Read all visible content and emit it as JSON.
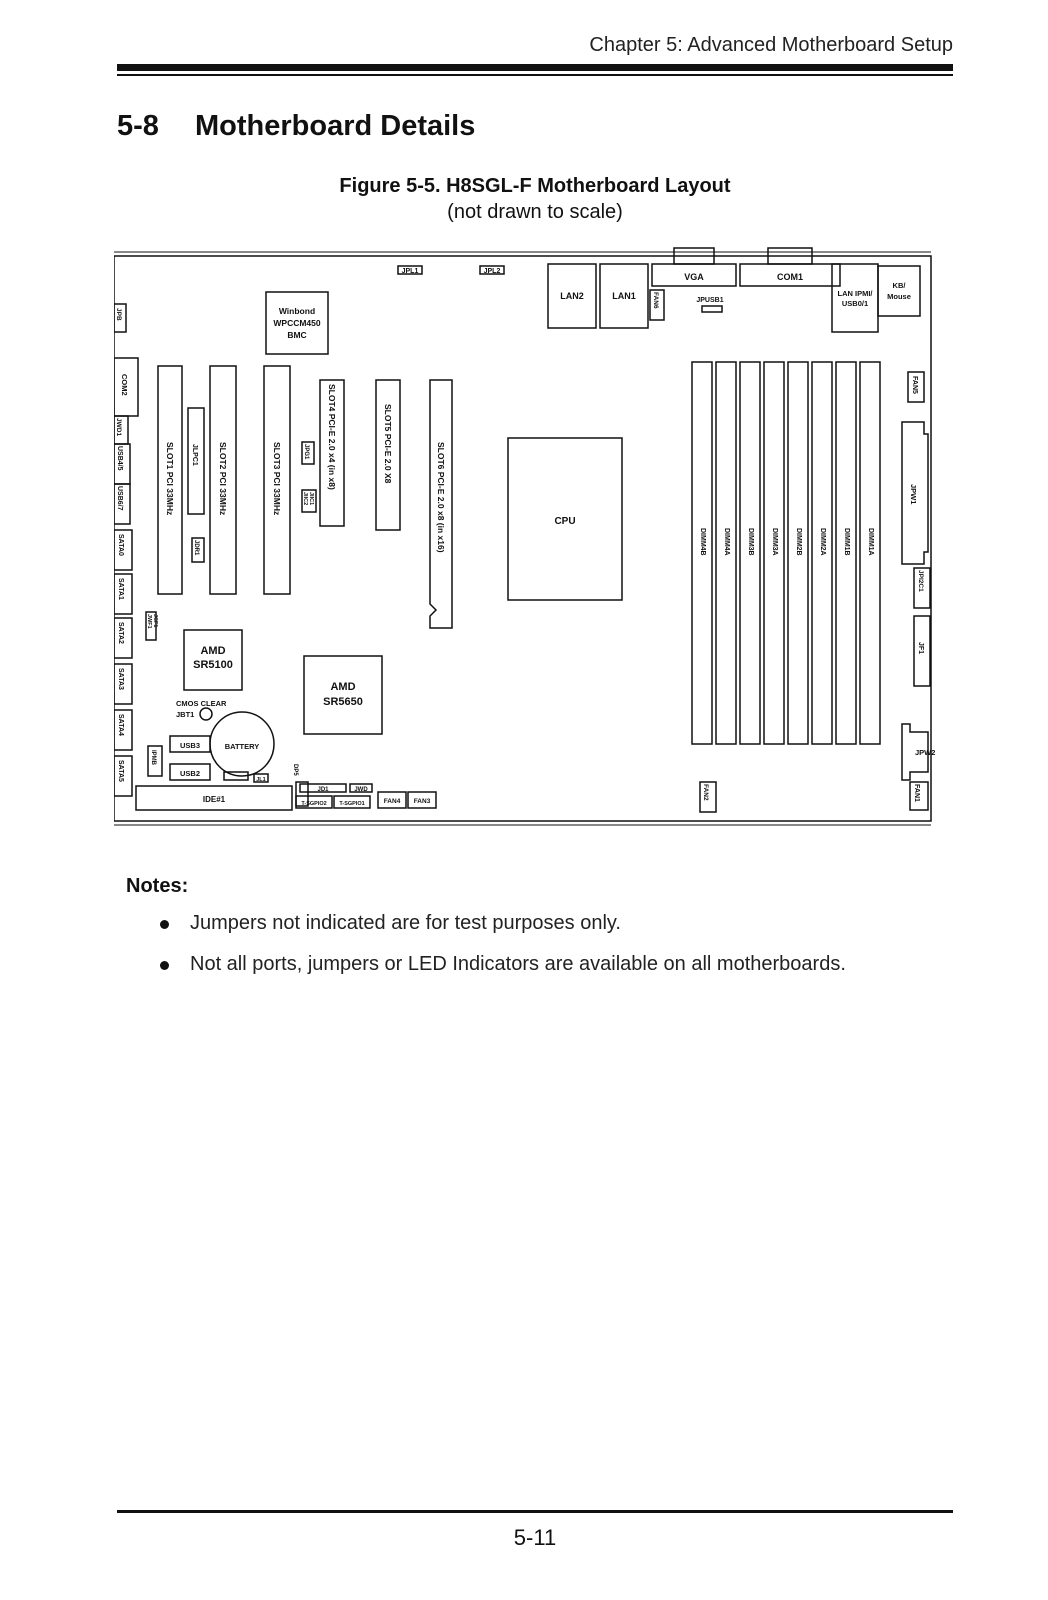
{
  "header": {
    "chapter": "Chapter 5: Advanced Motherboard Setup"
  },
  "section": {
    "number": "5-8",
    "title": "Motherboard Details"
  },
  "figure": {
    "title": "Figure 5-5. H8SGL-F Motherboard Layout",
    "subtitle": "(not drawn to scale)"
  },
  "board": {
    "top": {
      "jpl1": "JPL1",
      "jpl2": "JPL2",
      "lan2": "LAN2",
      "lan1": "LAN1",
      "fan6": "FAN6",
      "vga": "VGA",
      "jpusb1": "JPUSB1",
      "com1": "COM1",
      "lan_ipmi_1": "LAN IPMI/",
      "lan_ipmi_2": "USB0/1",
      "kb_1": "KB/",
      "kb_2": "Mouse"
    },
    "bmc": {
      "l1": "Winbond",
      "l2": "WPCCM450",
      "l3": "BMC"
    },
    "left": {
      "jpb": "JPB",
      "com2": "COM2",
      "jwd1": "JWD1",
      "usb45": "USB4/5",
      "usb67": "USB6/7",
      "sata0": "SATA0",
      "sata1": "SATA1",
      "sata2": "SATA2",
      "sata3": "SATA3",
      "sata4": "SATA4",
      "sata5": "SATA5"
    },
    "slots": {
      "slot1": "SLOT1 PCI 33MHz",
      "slot2": "SLOT2 PCI 33MHz",
      "slot3": "SLOT3 PCI 33MHz",
      "slot4": "SLOT4 PCI-E 2.0 x4  (in x8)",
      "slot5": "SLOT5 PCI-E 2.0 X8",
      "slot6": "SLOT6 PCI-E 2.0 x8 (in x16)",
      "jlpc1": "JLPC1",
      "jdr": "JDR1",
      "jpg1": "JPG1",
      "jiic2": "JIIC2",
      "jiic1": "JIIC1"
    },
    "cpu": "CPU",
    "dimms": [
      "DIMM4B",
      "DIMM4A",
      "DIMM3B",
      "DIMM3A",
      "DIMM2B",
      "DIMM2A",
      "DIMM1B",
      "DIMM1A"
    ],
    "right": {
      "fan5": "FAN5",
      "jpw1": "JPW1",
      "jpi2c1": "JPI2C1",
      "jf1": "JF1",
      "jpw2": "JPW2",
      "fan1": "FAN1"
    },
    "chips": {
      "sr5100_1": "AMD",
      "sr5100_2": "SR5100",
      "sr5650_1": "AMD",
      "sr5650_2": "SR5650"
    },
    "misc": {
      "jwf1": "JWF1",
      "jcf1": "JCF1",
      "cmos": "CMOS CLEAR",
      "jbt1": "JBT1",
      "usb3": "USB3",
      "usb2": "USB2",
      "battery": "BATTERY",
      "ipmb": "IPMB",
      "jl1": "JL1",
      "ide": "IDE#1",
      "dp5": "DP5",
      "jd1": "JD1",
      "jwd": "JWD",
      "tsgpio2": "T-SGPIO2",
      "tsgpio1": "T-SGPIO1",
      "fan4": "FAN4",
      "fan3": "FAN3",
      "fan2": "FAN2"
    }
  },
  "notes": {
    "title": "Notes:",
    "items": [
      "Jumpers not indicated are for test purposes only.",
      "Not all ports, jumpers or LED Indicators are available on all motherboards."
    ]
  },
  "page_number": "5-11"
}
